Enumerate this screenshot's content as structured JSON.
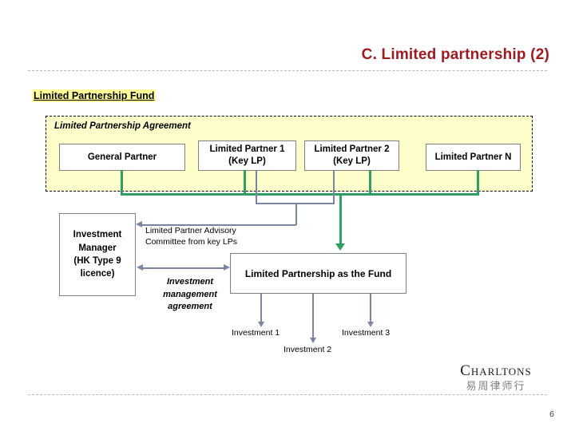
{
  "slide": {
    "title": "C. Limited partnership (2)",
    "title_color": "#9e1b22",
    "page_number": "6"
  },
  "section": {
    "heading": "Limited Partnership Fund",
    "highlight_color": "#ffff99"
  },
  "agreement": {
    "label": "Limited Partnership Agreement",
    "fill_color": "#ffffcc",
    "border_style": "dashed"
  },
  "parties": [
    {
      "id": "general-partner",
      "label": "General Partner"
    },
    {
      "id": "limited-partner-1",
      "label": "Limited Partner 1\n(Key LP)"
    },
    {
      "id": "limited-partner-2",
      "label": "Limited Partner 2\n(Key LP)"
    },
    {
      "id": "limited-partner-n",
      "label": "Limited Partner N"
    }
  ],
  "entities": {
    "investment_manager": "Investment Manager (HK Type 9 licence)",
    "fund": "Limited Partnership as the Fund"
  },
  "connectors": {
    "lpac_label": "Limited Partner Advisory Committee from key LPs",
    "ima_label": "Investment management agreement",
    "green_color": "#2e9e63",
    "blue_color": "#7b84a0"
  },
  "investments": [
    {
      "id": "investment-1",
      "label": "Investment 1"
    },
    {
      "id": "investment-2",
      "label": "Investment 2"
    },
    {
      "id": "investment-3",
      "label": "Investment 3"
    }
  ],
  "logo": {
    "english": "Charltons",
    "chinese": "易周律师行"
  }
}
